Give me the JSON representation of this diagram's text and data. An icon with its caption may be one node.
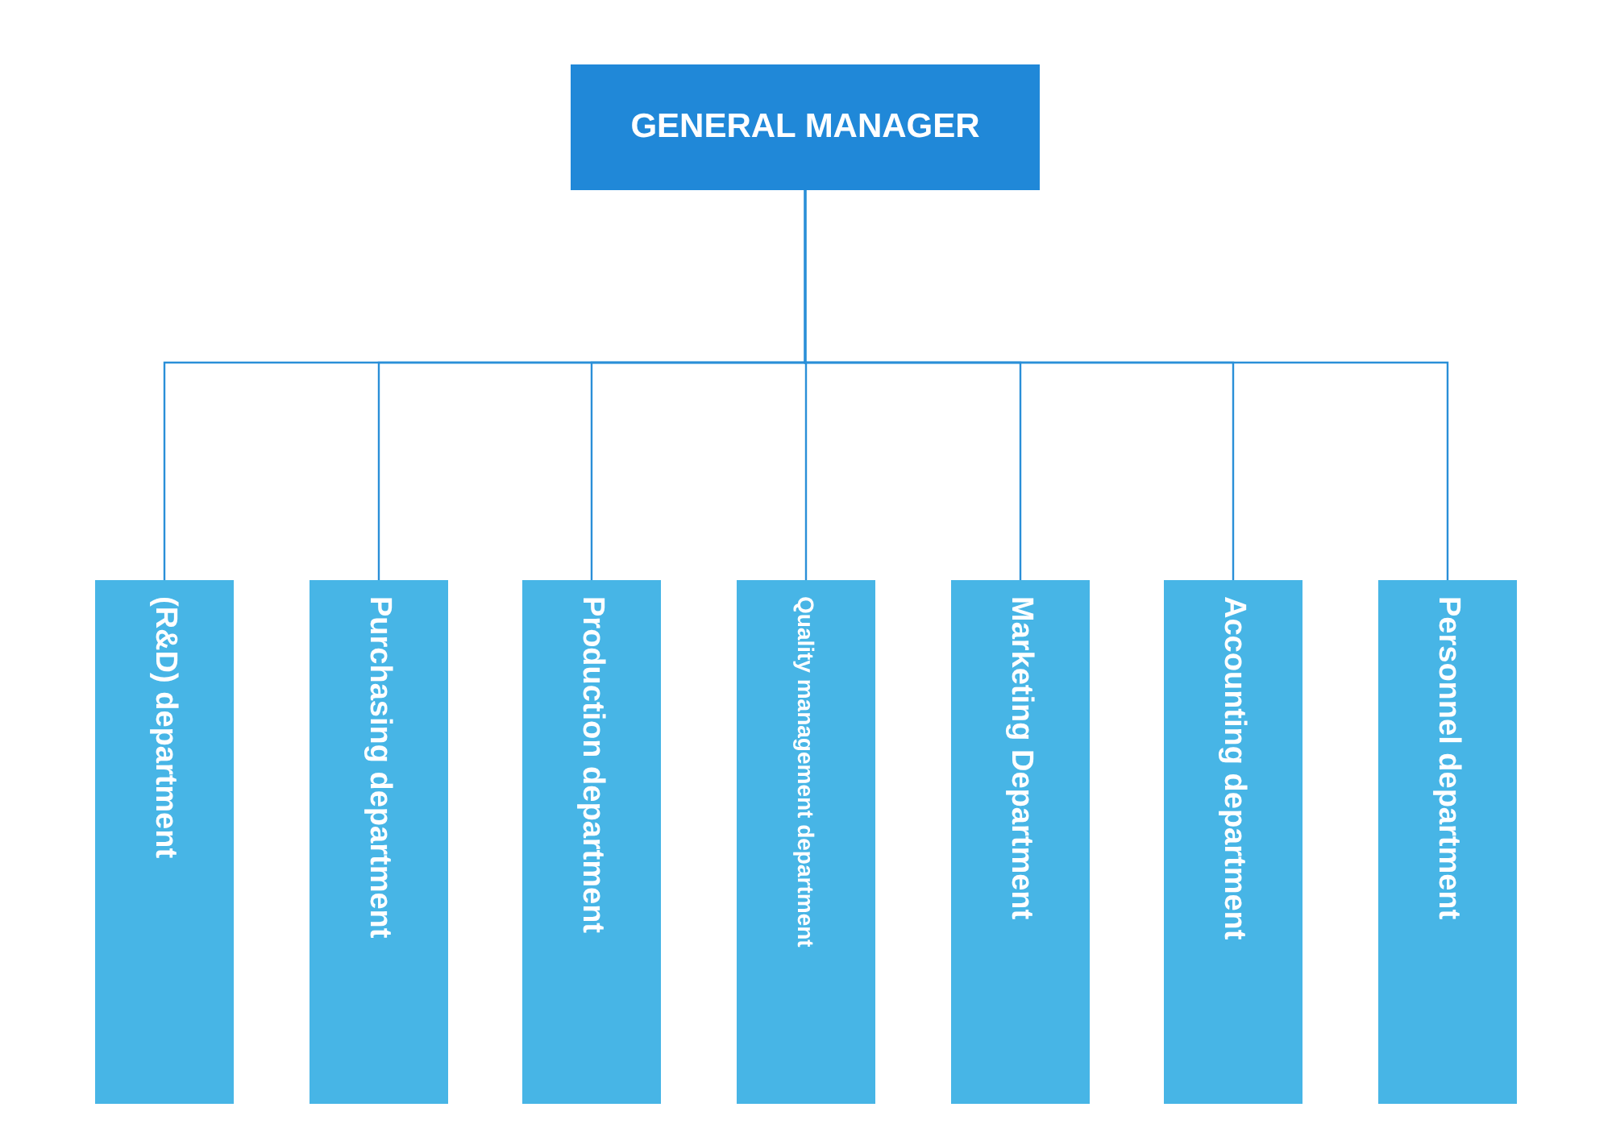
{
  "diagram": {
    "nodes": [
      {
        "text": [
          "GENERAL MANAGER"
        ]
      },
      {
        "text": [
          "(R&D) department"
        ]
      },
      {
        "text": [
          "Purchasing department"
        ]
      },
      {
        "text": [
          "Production department"
        ]
      },
      {
        "text": [
          "Quality management department"
        ]
      },
      {
        "text": [
          "Marketing Department"
        ]
      },
      {
        "text": [
          "Accounting department"
        ]
      },
      {
        "text": [
          "Personnel department"
        ]
      }
    ],
    "edges": [
      {
        "from": 0,
        "to": 1,
        "arrow": "none"
      },
      {
        "from": 0,
        "to": 2,
        "arrow": "none"
      },
      {
        "from": 0,
        "to": 3,
        "arrow": "none"
      },
      {
        "from": 0,
        "to": 4,
        "arrow": "none"
      },
      {
        "from": 0,
        "to": 5,
        "arrow": "none"
      },
      {
        "from": 0,
        "to": 6,
        "arrow": "none"
      },
      {
        "from": 0,
        "to": 7,
        "arrow": "none"
      }
    ]
  }
}
